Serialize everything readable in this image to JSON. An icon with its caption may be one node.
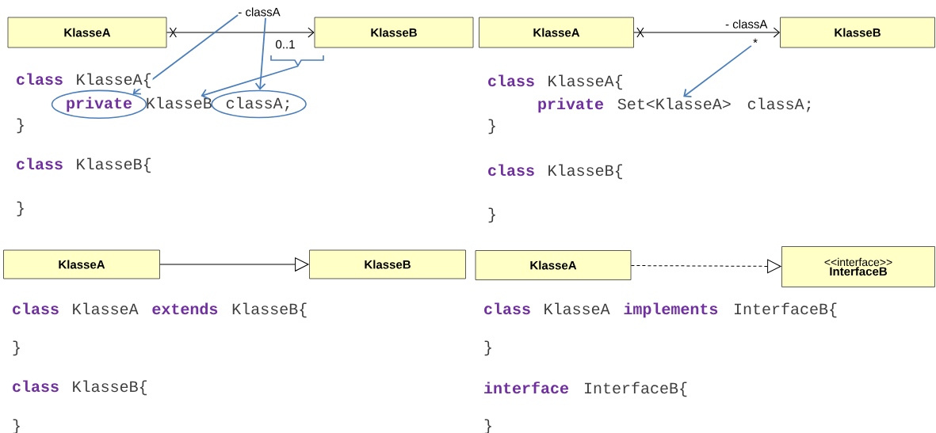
{
  "diagram": {
    "nodes": [
      {
        "text": [
          "KlasseA"
        ]
      },
      {
        "text": [
          "KlasseB"
        ]
      },
      {
        "text": [
          "- classA"
        ]
      },
      {
        "text": [
          "0..1"
        ]
      },
      {
        "text": [
          "private"
        ]
      },
      {
        "text": [
          "KlasseB"
        ]
      },
      {
        "text": [
          "classA;"
        ]
      },
      {
        "text": [
          "KlasseA"
        ]
      },
      {
        "text": [
          "KlasseB"
        ]
      },
      {
        "text": [
          "*"
        ]
      },
      {
        "text": [
          "Set<KlasseA>"
        ]
      },
      {
        "text": [
          "KlasseA"
        ]
      },
      {
        "text": [
          "KlasseB"
        ]
      },
      {
        "text": [
          "KlasseA"
        ]
      },
      {
        "text": [
          "<<interface>>",
          "InterfaceB"
        ]
      }
    ],
    "edges": [
      {
        "from": 0,
        "to": 1,
        "arrow": "to"
      },
      {
        "from": 2,
        "to": 4,
        "arrow": "to",
        "color": "#4a7ebb"
      },
      {
        "from": 2,
        "to": 6,
        "arrow": "to",
        "color": "#4a7ebb"
      },
      {
        "from": 3,
        "to": 5,
        "arrow": "to",
        "color": "#4a7ebb"
      },
      {
        "from": 7,
        "to": 8,
        "arrow": "to",
        "label": "- classA"
      },
      {
        "from": 9,
        "to": 10,
        "arrow": "to",
        "color": "#4a7ebb"
      },
      {
        "from": 11,
        "to": 12,
        "arrow": "to"
      },
      {
        "from": 13,
        "to": 14,
        "arrow": "to",
        "style": "dashed"
      }
    ],
    "labels": [
      "class",
      "KlasseA{",
      "}",
      "class",
      "KlasseB{",
      "}",
      "class",
      "KlasseA{",
      "private",
      "classA;",
      "}",
      "class",
      "KlasseB{",
      "}",
      "class",
      "KlasseA",
      "extends",
      "KlasseB{",
      "}",
      "class",
      "KlasseB{",
      "}",
      "class",
      "KlasseA",
      "implements",
      "InterfaceB{",
      "}",
      "interface",
      "InterfaceB{",
      "}"
    ]
  }
}
